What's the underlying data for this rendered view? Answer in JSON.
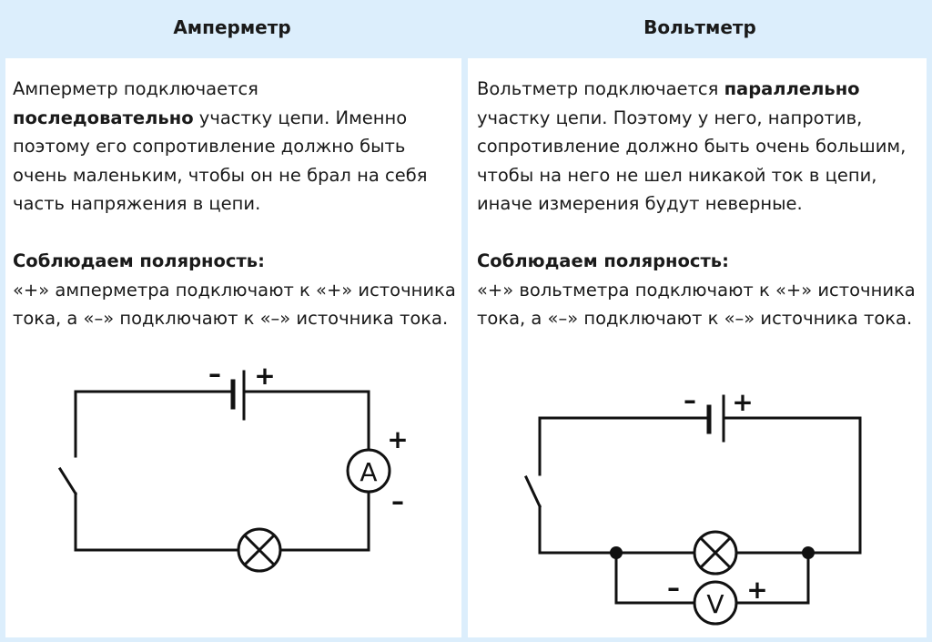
{
  "left": {
    "title": "Амперметр",
    "p1_a": "Амперметр подключается",
    "p1_bold": "последовательно",
    "p1_b": " участку цепи. Именно поэтому его сопротивление должно быть очень маленьким, чтобы он не брал на себя часть напряжения в цепи.",
    "polarity_title": "Соблюдаем полярность:",
    "polarity_text": "«+» амперметра подключают к «+» источника тока,  а «–» подключают к «–» источника тока.",
    "diagram": {
      "meter": "A",
      "plus": "+",
      "minus": "–",
      "bat_minus": "–",
      "bat_plus": "+"
    }
  },
  "right": {
    "title": "Вольтметр",
    "p1_a": "Вольтметр подключается ",
    "p1_bold": "параллельно",
    "p1_b": " участку цепи. Поэтому у него, напротив, сопротивление должно быть очень большим, чтобы на него не шел никакой ток в цепи, иначе измерения будут неверные.",
    "polarity_title": "Соблюдаем полярность:",
    "polarity_text": "«+» вольтметра подключают к «+» источника тока, а «–» подключают к «–» источника тока.",
    "diagram": {
      "meter": "V",
      "plus": "+",
      "minus": "–",
      "bat_minus": "–",
      "bat_plus": "+"
    }
  }
}
